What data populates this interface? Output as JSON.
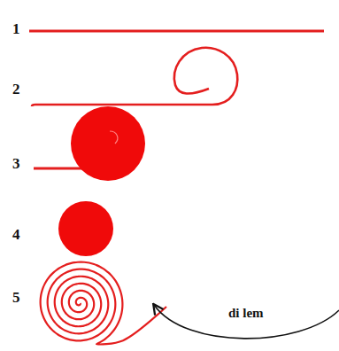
{
  "diagram": {
    "labels": [
      "1",
      "2",
      "3",
      "4",
      "5",
      "di lem"
    ]
  }
}
